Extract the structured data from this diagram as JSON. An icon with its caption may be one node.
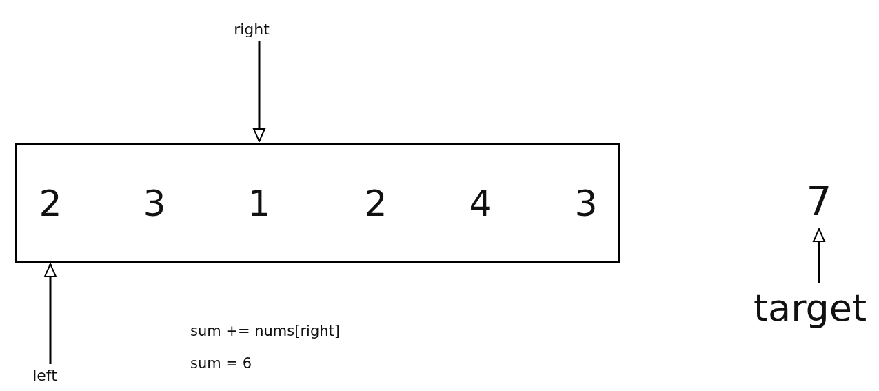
{
  "diagram": {
    "nodes": [
      {
        "text": [],
        "shape": "box"
      },
      {
        "text": [
          "2"
        ],
        "in": 0
      },
      {
        "text": [
          "3"
        ],
        "in": 0
      },
      {
        "text": [
          "1"
        ],
        "in": 0
      },
      {
        "text": [
          "2"
        ],
        "in": 0
      },
      {
        "text": [
          "4"
        ],
        "in": 0
      },
      {
        "text": [
          "3"
        ],
        "in": 0
      },
      {
        "text": [
          "right"
        ]
      },
      {
        "text": [
          "left"
        ]
      },
      {
        "text": [
          "7"
        ]
      },
      {
        "text": [
          "target"
        ]
      }
    ],
    "edges": [
      {
        "from": 7,
        "to": 3,
        "arrow": "to"
      },
      {
        "from": 8,
        "to": 1,
        "arrow": "to"
      },
      {
        "from": 10,
        "to": 9,
        "arrow": "to"
      }
    ],
    "labels": [
      "sum += nums[right]",
      "sum = 6"
    ]
  }
}
